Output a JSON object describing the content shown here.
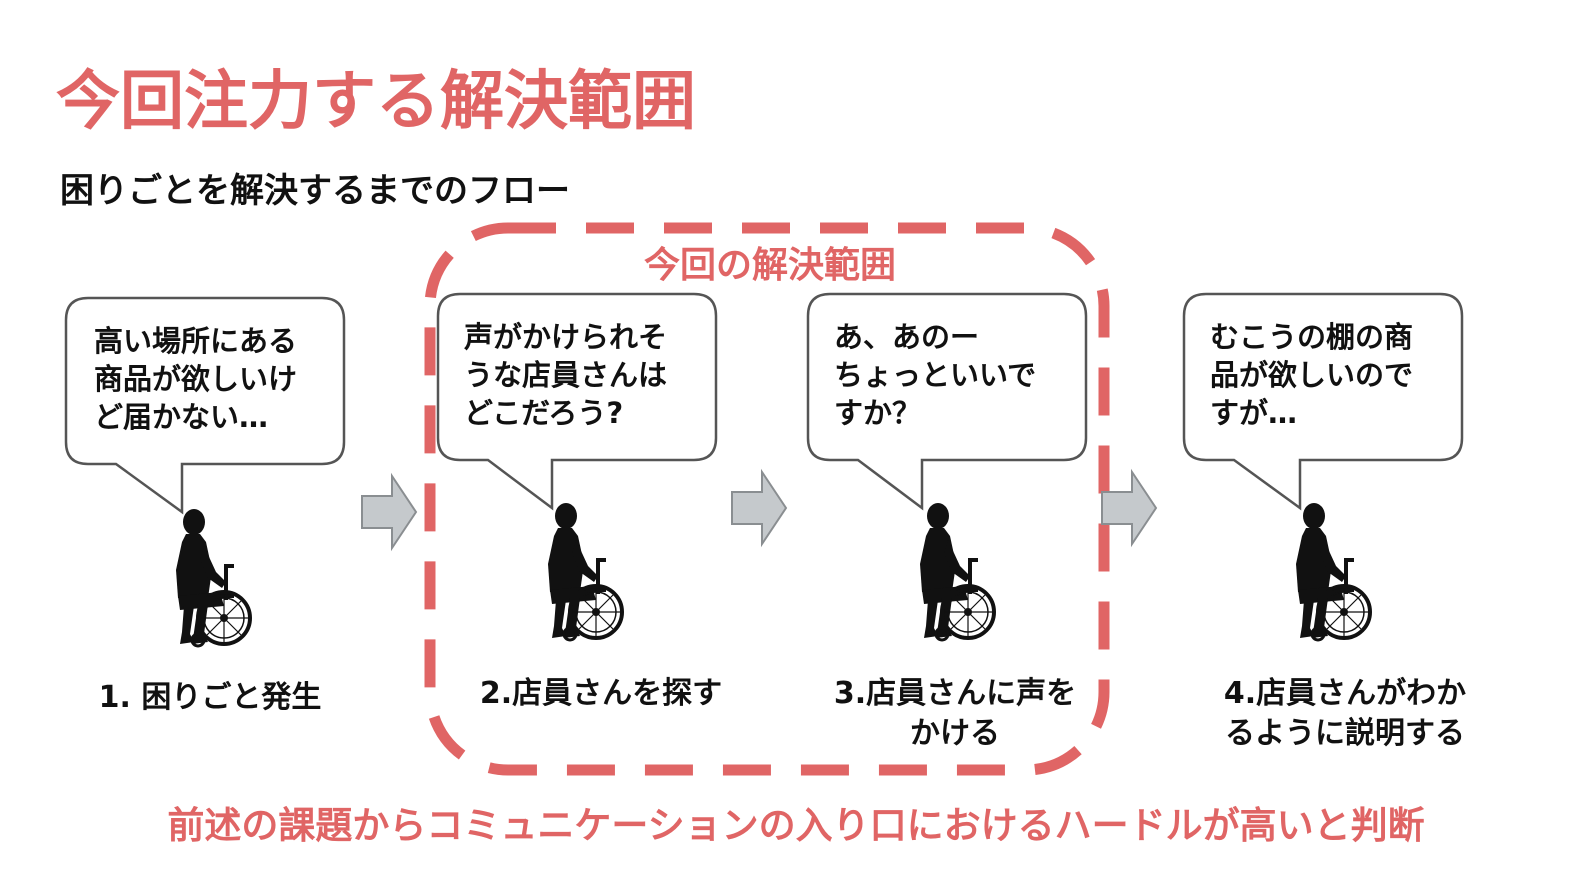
{
  "colors": {
    "accent": "#e06565",
    "text": "#111111",
    "bubble_border": "#555555",
    "arrow_fill": "#c5c9cc",
    "arrow_stroke": "#8a8e91",
    "figure": "#111111"
  },
  "title": "今回注力する解決範囲",
  "subtitle": "困りごとを解決するまでのフロー",
  "scope_label": "今回の解決範囲",
  "steps": [
    {
      "bubble_lines": [
        "高い場所にある",
        "商品が欲しいけ",
        "ど届かない…"
      ],
      "label_lines": [
        "1. 困りごと発生"
      ],
      "icon": "wheelchair-user-icon"
    },
    {
      "bubble_lines": [
        "声がかけられそ",
        "うな店員さんは",
        "どこだろう?"
      ],
      "label_lines": [
        "2.店員さんを探す"
      ],
      "icon": "wheelchair-user-icon"
    },
    {
      "bubble_lines": [
        "あ、あのー",
        "ちょっといいで",
        "すか？"
      ],
      "label_lines": [
        "3.店員さんに声を",
        "かける"
      ],
      "icon": "wheelchair-user-icon"
    },
    {
      "bubble_lines": [
        "むこうの棚の商",
        "品が欲しいので",
        "すが…"
      ],
      "label_lines": [
        "4.店員さんがわか",
        "るように説明する"
      ],
      "icon": "wheelchair-user-icon"
    }
  ],
  "connector_icon": "right-arrow-icon",
  "conclusion": "前述の課題からコミュニケーションの入り口におけるハードルが高いと判断"
}
